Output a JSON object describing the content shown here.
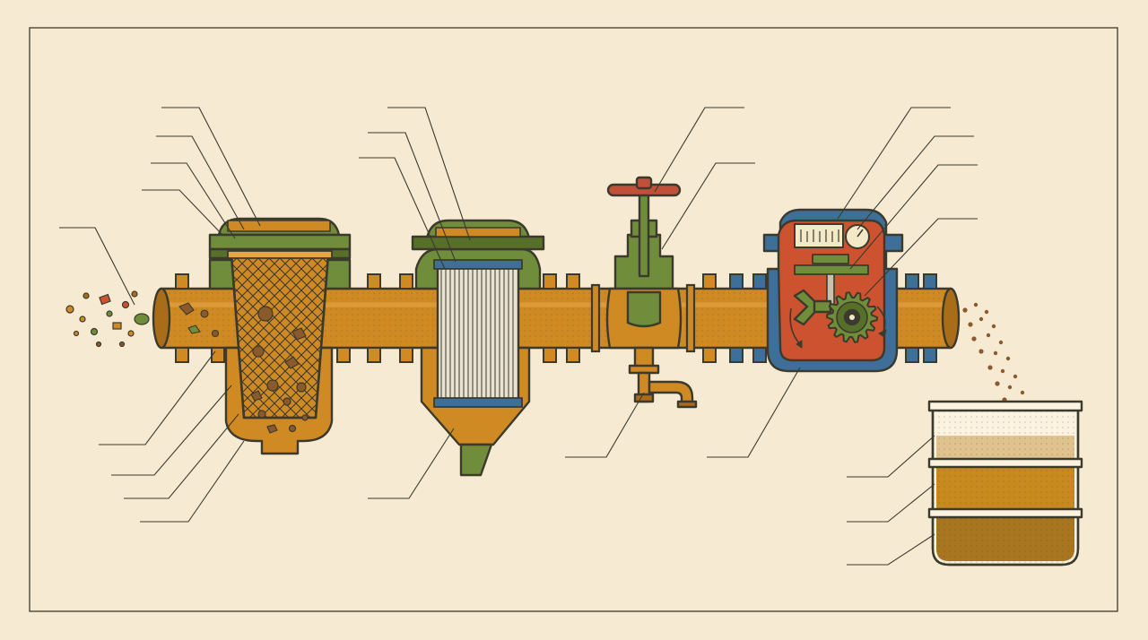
{
  "colors": {
    "background": "#f7ead2",
    "outline": "#3b3a2c",
    "pipe": "#cf8a24",
    "pipe_dark": "#a96d1a",
    "housing_green": "#6f8d3a",
    "housing_green_dark": "#56702a",
    "meter_red": "#cc5230",
    "meter_blue": "#3d6f99",
    "handwheel": "#c0503a",
    "gauge_face": "#f3e8c8",
    "filter_pleat": "#e8e2d2",
    "filter_band": "#3d6f99",
    "mesh": "#d98f2a",
    "debris": "#8a5a2c",
    "beaker_glass": "#fbf2df",
    "layer_top": "#e0c28e",
    "layer_middle": "#c8891e",
    "layer_bottom": "#a87520",
    "leader_line": "#3b3a2c"
  },
  "components": [
    {
      "name": "basket-strainer",
      "icon": "strainer-icon"
    },
    {
      "name": "cartridge-filter",
      "icon": "filter-icon"
    },
    {
      "name": "gate-valve",
      "icon": "valve-icon"
    },
    {
      "name": "gear-meter",
      "icon": "gear-icon"
    },
    {
      "name": "collection-beaker",
      "icon": "beaker-icon"
    }
  ],
  "flow_direction": "left-to-right"
}
